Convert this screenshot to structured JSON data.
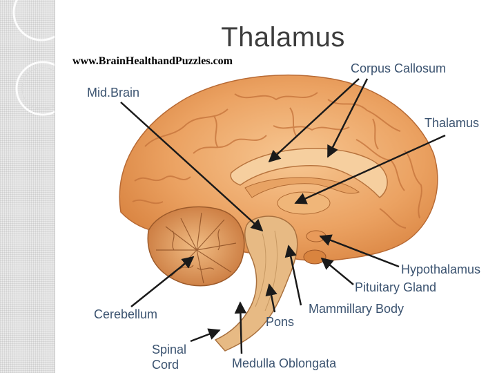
{
  "slide": {
    "title": "Thalamus",
    "watermark": "www.BrainHealthandPuzzles.com"
  },
  "labels": {
    "corpus_callosum": "Corpus Callosum",
    "midbrain": "Mid.Brain",
    "thalamus": "Thalamus",
    "hypothalamus": "Hypothalamus",
    "pituitary_gland": "Pituitary Gland",
    "mammillary_body": "Mammillary Body",
    "cerebellum": "Cerebellum",
    "pons": "Pons",
    "spinal_cord_line1": "Spinal",
    "spinal_cord_line2": "Cord",
    "medulla_oblongata": "Medulla Oblongata"
  },
  "colors": {
    "brain_tissue": "#eaa060",
    "brain_gyri": "#c4723a",
    "brainstem": "#e7ba84",
    "label_text": "#3b5370",
    "arrow": "#1a1a1a"
  }
}
